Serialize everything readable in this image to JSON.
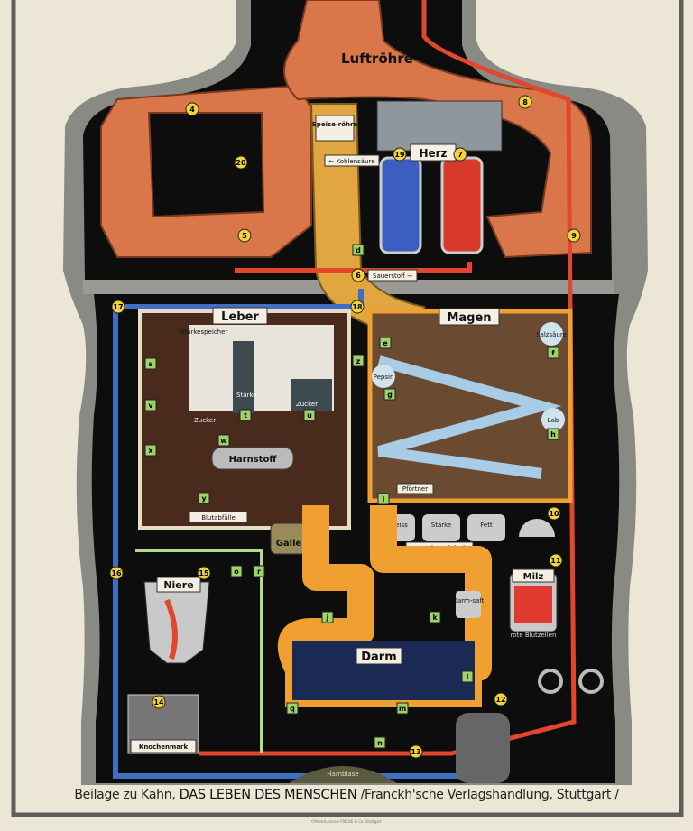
{
  "caption": {
    "prefix": "Beilage zu Kahn,",
    "title": "DAS LEBEN DES MENSCHEN",
    "publisher": "/Franckh'sche Verlagshandlung, Stuttgart /"
  },
  "printer": "Offsetdruckerei FRICKE & Co. Stuttgart",
  "organs": {
    "trachea": "Luftröhre",
    "esophagus": "Speise-röhre",
    "heart": "Herz",
    "liver": "Leber",
    "stomach": "Magen",
    "kidney": "Niere",
    "spleen": "Milz",
    "intestine": "Darm",
    "bone_marrow": "Knochenmark",
    "bladder": "Harnblase",
    "gall": "Galle",
    "pancreas": "Bauchspeichel"
  },
  "labels": {
    "carbon_dioxide": "← Kohlensäure",
    "oxygen": "Sauerstoff →",
    "starch_store": "Stärkespeicher",
    "starch": "Stärke",
    "sugar": "Zucker",
    "sugar2": "Zucker",
    "urea": "Harnstoff",
    "blood_waste": "Blutabfälle",
    "pepsin": "Pepsin",
    "hydrochloric_acid": "Salzsäure",
    "rennet": "Lab",
    "pylorus": "Pförtner",
    "protein": "Eiweiss",
    "starch_tank": "Stärke",
    "fat": "Fett",
    "intestinal_juice": "Darm-saft",
    "red_blood_cells": "rote Blutzellen"
  },
  "markers": {
    "numbers": [
      "4",
      "8",
      "5",
      "19",
      "7",
      "20",
      "6",
      "9",
      "17",
      "18",
      "16",
      "15",
      "10",
      "11",
      "12",
      "13",
      "14"
    ],
    "letters": [
      "d",
      "e",
      "f",
      "g",
      "h",
      "i",
      "s",
      "v",
      "x",
      "t",
      "u",
      "w",
      "y",
      "o",
      "r",
      "z",
      "j",
      "k",
      "l",
      "q",
      "m",
      "n"
    ]
  },
  "colors": {
    "background": "#ece6d6",
    "frame": "#5e5e5a",
    "body": "#0d0d0d",
    "lung": "#d9774a",
    "esophagus": "#e2a640",
    "vein": "#3f6fc4",
    "artery": "#e0472c",
    "stomach_border": "#f0a030"
  }
}
